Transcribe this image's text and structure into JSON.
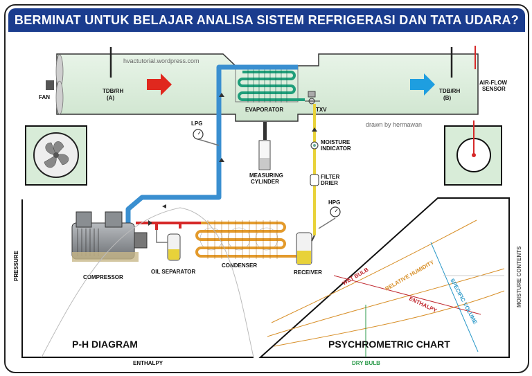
{
  "title": "BERMINAT UNTUK BELAJAR ANALISA SISTEM REFRIGERASI DAN TATA UDARA?",
  "watermark": "hvactutorial.wordpress.com",
  "credit": "drawn by hermawan",
  "labels": {
    "fan": "FAN",
    "tdb_a_1": "TDB/RH",
    "tdb_a_2": "(A)",
    "tdb_b_1": "TDB/RH",
    "tdb_b_2": "(B)",
    "airflow_1": "AIR-FLOW",
    "airflow_2": "SENSOR",
    "evaporator": "EVAPORATOR",
    "txv": "TXV",
    "lpg": "LPG",
    "hpg": "HPG",
    "moisture_1": "MOISTURE",
    "moisture_2": "INDICATOR",
    "filter_1": "FILTER",
    "filter_2": "DRIER",
    "measuring_1": "MEASURING",
    "measuring_2": "CYLINDER",
    "compressor": "COMPRESSOR",
    "oil_separator": "OIL SEPARATOR",
    "condenser": "CONDENSER",
    "receiver": "RECEIVER",
    "ph_diagram": "P-H DIAGRAM",
    "pressure": "PRESSURE",
    "enthalpy_axis": "ENTHALPY",
    "psychrometric": "PSYCHROMETRIC CHART",
    "wet_bulb": "WET BULB",
    "relative_humidity": "RELATIVE HUMIDITY",
    "enthalpy_line": "ENTHALPY",
    "specific_volume": "SPECIFIC VOLUME",
    "moisture_contents": "MOISTURE CONTENTS",
    "dry_bulb": "DRY BULB"
  },
  "colors": {
    "title_bg": "#1a3c8e",
    "duct": "#d8ecd8",
    "suction_line": "#3a8fd0",
    "discharge_line": "#d62828",
    "liquid_line": "#e8d23a",
    "evap_coil": "#1f9e7a",
    "cond_coil": "#e39a2c",
    "arrow_in": "#e0281e",
    "arrow_out": "#1e9ee0",
    "wet_bulb": "#c0282f",
    "relative_humidity": "#d8902a",
    "enthalpy": "#c0282f",
    "specific_volume": "#2a98c8",
    "dry_bulb": "#2a9a4a"
  }
}
